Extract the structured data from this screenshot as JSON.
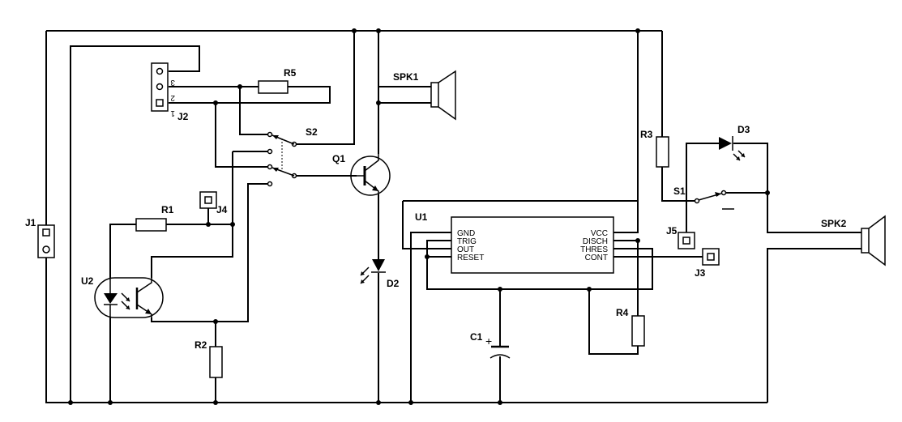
{
  "components": {
    "J1": "J1",
    "J2": "J2",
    "J3": "J3",
    "J4": "J4",
    "J5": "J5",
    "R1": "R1",
    "R2": "R2",
    "R3": "R3",
    "R4": "R4",
    "R5": "R5",
    "S1": "S1",
    "S2": "S2",
    "Q1": "Q1",
    "U1": "U1",
    "U2": "U2",
    "C1": "C1",
    "D2": "D2",
    "D3": "D3",
    "SPK1": "SPK1",
    "SPK2": "SPK2"
  },
  "j2_pin_numbers": [
    "3",
    "2",
    "1"
  ],
  "u1_pins_left": [
    "GND",
    "TRIG",
    "OUT",
    "RESET"
  ],
  "u1_pins_right": [
    "VCC",
    "DISCH",
    "THRES",
    "CONT"
  ],
  "c1_polarity": "+"
}
